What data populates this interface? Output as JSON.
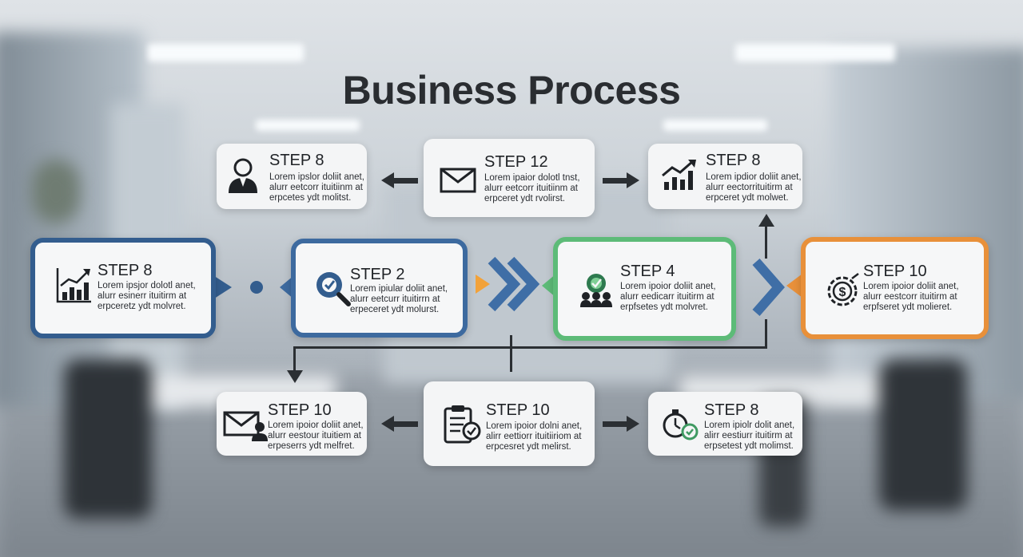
{
  "title": "Business Process",
  "cards": {
    "top_left": {
      "step": "STEP 8",
      "lines": [
        "Lorem ipslor doliit anet,",
        "alurr eetcorr ituitiinm at",
        "erpcetes ydt molitst."
      ]
    },
    "top_center": {
      "step": "STEP 12",
      "lines": [
        "Lorem ipaior dolotl tnst,",
        "alurr eetcorr ituitiinm at",
        "erpceret ydt rvolirst."
      ]
    },
    "top_right": {
      "step": "STEP 8",
      "lines": [
        "Lorem ipdior doliit anet,",
        "alurr eectorrituitirm at",
        "erpceret ydt molwet."
      ]
    },
    "mid_1": {
      "step": "STEP 8",
      "lines": [
        "Lorem ipsjor dolotl anet,",
        "alurr esinerr ituitirm at",
        "erpceretz ydt molvret."
      ]
    },
    "mid_2": {
      "step": "STEP 2",
      "lines": [
        "Lorem ipiular doliit anet,",
        "alurr eetcurr ituitirrn at",
        "erpeceret ydt molurst."
      ]
    },
    "mid_3": {
      "step": "STEP 4",
      "lines": [
        "Lorem ipoior doliit anet,",
        "alurr eedicarr ituitirm at",
        "erpfsetes ydt molvret."
      ]
    },
    "mid_4": {
      "step": "STEP 10",
      "lines": [
        "Lorem ipoior doliit anet,",
        "alurr eestcorr ituitirm at",
        "erpfseret ydt molieret."
      ]
    },
    "bot_left": {
      "step": "STEP 10",
      "lines": [
        "Lorem ipoior doliit anet,",
        "alurr eestour ituitiem at",
        "erpeserrs ydt melfret."
      ]
    },
    "bot_center": {
      "step": "STEP 10",
      "lines": [
        "Lorem ipoior dolni anet,",
        "alirr eettiorr ituitiiriom at",
        "erpcesret ydt melirst."
      ]
    },
    "bot_right": {
      "step": "STEP 8",
      "lines": [
        "Lorem ipiolr dolit anet,",
        "alirr eestiurr ituitirm at",
        "erpsetest ydt molimst."
      ]
    }
  },
  "icons": {
    "top_left": "user-icon",
    "top_center": "envelope-icon",
    "top_right": "growth-chart-icon",
    "mid_1": "growth-chart-icon",
    "mid_2": "search-gear-icon",
    "mid_3": "team-target-icon",
    "mid_4": "money-gear-icon",
    "bot_left": "email-user-icon",
    "bot_center": "clipboard-check-icon",
    "bot_right": "stopwatch-check-icon"
  },
  "colors": {
    "blue_dark": "#335d8e",
    "blue": "#3d6a9f",
    "green": "#5dbb78",
    "orange": "#e8903a",
    "text": "#1f2226"
  }
}
